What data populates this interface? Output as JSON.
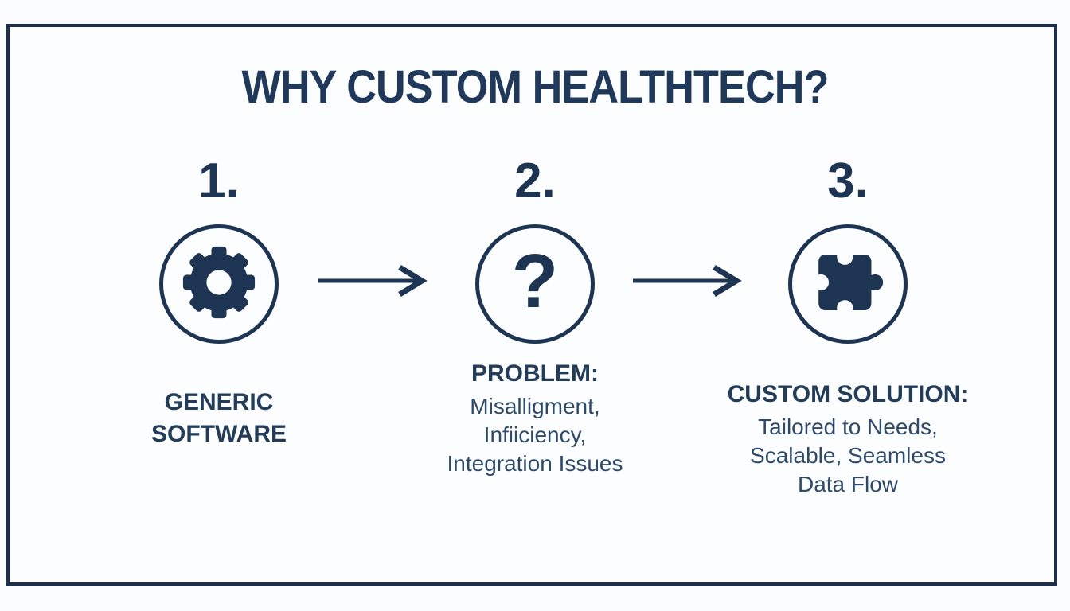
{
  "title": "WHY CUSTOM HEALTHTECH?",
  "colors": {
    "navy_accent": "#1d3452",
    "heading_text": "#233c58",
    "body_text": "#2e4a68",
    "frame_border": "#1d2f4a",
    "background": "#fbfcfe"
  },
  "steps": [
    {
      "number": "1.",
      "icon": "gear-icon",
      "heading": "GENERIC\nSOFTWARE",
      "body": ""
    },
    {
      "number": "2.",
      "icon": "question-mark-icon",
      "icon_glyph": "?",
      "heading": "PROBLEM:",
      "body": "Misalligment,\nInfiiciency,\nIntegration Issues"
    },
    {
      "number": "3.",
      "icon": "puzzle-icon",
      "heading": "CUSTOM SOLUTION:",
      "body": "Tailored to Needs,\nScalable, Seamless\nData Flow"
    }
  ]
}
